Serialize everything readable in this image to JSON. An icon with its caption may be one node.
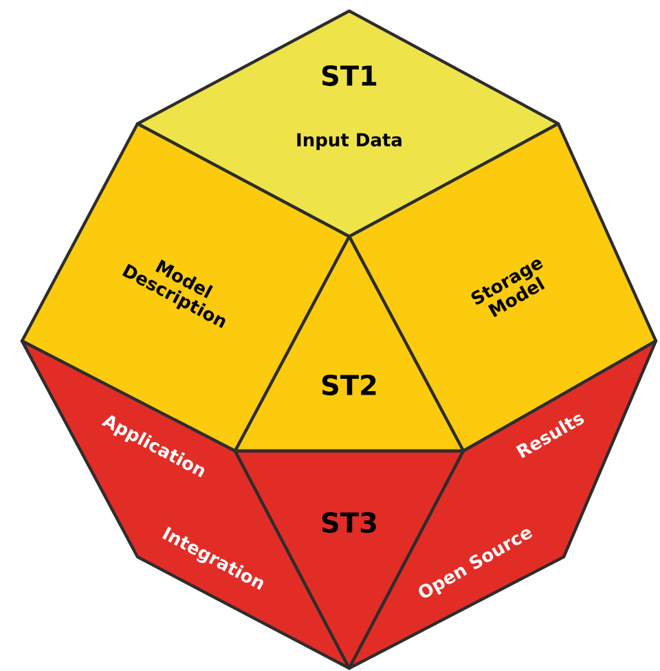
{
  "diagram": {
    "nodes": [
      {
        "text": [
          "ST1",
          "Input Data"
        ]
      },
      {
        "text": [
          "Model Description"
        ]
      },
      {
        "text": [
          "Storage Model"
        ]
      },
      {
        "text": [
          "ST2"
        ]
      },
      {
        "text": [
          "Application",
          "Integration"
        ]
      },
      {
        "text": [
          "ST3"
        ]
      },
      {
        "text": [
          "Results",
          "Open Source"
        ]
      }
    ]
  }
}
